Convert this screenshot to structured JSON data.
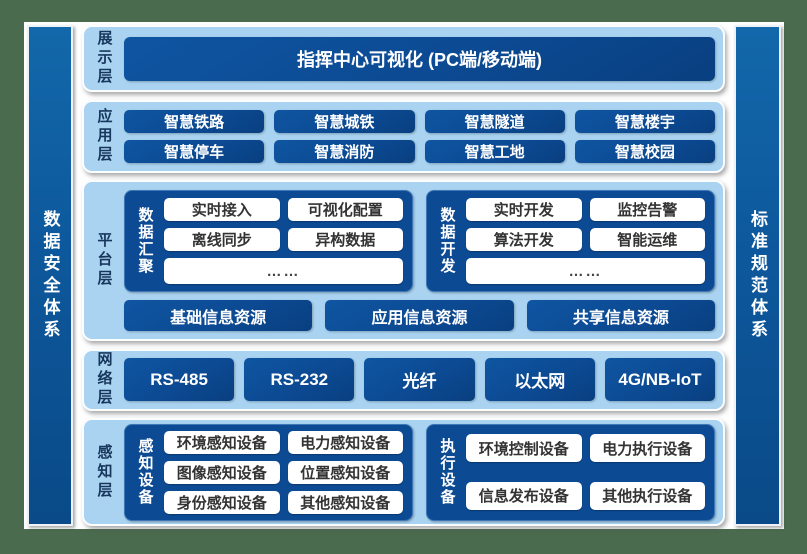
{
  "colors": {
    "frame_green": "#4a6b4e",
    "panel_light_blue": "#a9d3f1",
    "node_dark_blue": "#0c4a93",
    "pillar_blue": "#0e5a9c",
    "layer_label_navy": "#17365c",
    "white_node_text": "#333333"
  },
  "sidebars": {
    "left": "数据安全体系",
    "right": "标准规范体系"
  },
  "layers": [
    {
      "label": "展示层",
      "title": "指挥中心可视化 (PC端/移动端)"
    },
    {
      "label": "应用层",
      "buttons": [
        "智慧铁路",
        "智慧城铁",
        "智慧隧道",
        "智慧楼宇",
        "智慧停车",
        "智慧消防",
        "智慧工地",
        "智慧校园"
      ]
    },
    {
      "label": "平台层",
      "groups": [
        {
          "label": "数据汇聚",
          "buttons": [
            "实时接入",
            "可视化配置",
            "离线同步",
            "异构数据"
          ],
          "more": "……"
        },
        {
          "label": "数据开发",
          "buttons": [
            "实时开发",
            "监控告警",
            "算法开发",
            "智能运维"
          ],
          "more": "……"
        }
      ],
      "resources": [
        "基础信息资源",
        "应用信息资源",
        "共享信息资源"
      ]
    },
    {
      "label": "网络层",
      "buttons": [
        "RS-485",
        "RS-232",
        "光纤",
        "以太网",
        "4G/NB-IoT"
      ]
    },
    {
      "label": "感知层",
      "groups": [
        {
          "label": "感知设备",
          "buttons": [
            "环境感知设备",
            "电力感知设备",
            "图像感知设备",
            "位置感知设备",
            "身份感知设备",
            "其他感知设备"
          ]
        },
        {
          "label": "执行设备",
          "buttons": [
            "环境控制设备",
            "电力执行设备",
            "信息发布设备",
            "其他执行设备"
          ]
        }
      ]
    }
  ]
}
